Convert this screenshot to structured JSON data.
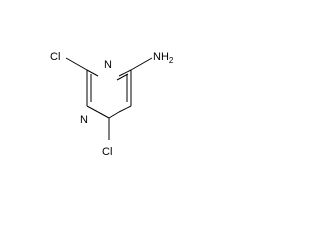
{
  "molecule": {
    "atoms": {
      "n1": "N",
      "n3": "N",
      "cl_top": "Cl",
      "cl_bottom": "Cl",
      "amine_main": "NH",
      "amine_sub": "2"
    }
  }
}
